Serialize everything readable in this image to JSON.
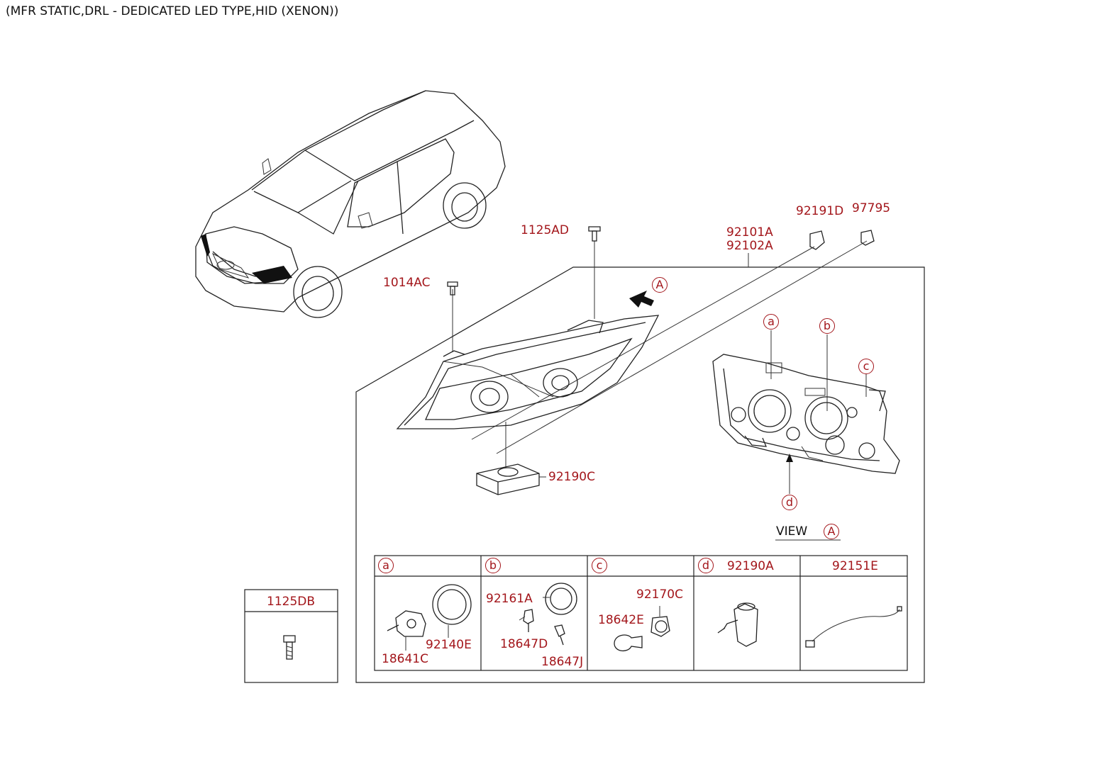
{
  "header": {
    "title": "(MFR STATIC,DRL - DEDICATED LED TYPE,HID (XENON))"
  },
  "parts": {
    "p1125AD": "1125AD",
    "p1014AC": "1014AC",
    "p92191D": "92191D",
    "p97795": "97795",
    "p92101A": "92101A",
    "p92102A": "92102A",
    "p92190C": "92190C",
    "p1125DB": "1125DB",
    "p92161A": "92161A",
    "p18647D": "18647D",
    "p18647J": "18647J",
    "p18641C": "18641C",
    "p92140E": "92140E",
    "p92170C": "92170C",
    "p18642E": "18642E",
    "p92190A": "92190A",
    "p92151E": "92151E"
  },
  "callouts": {
    "a": "a",
    "b": "b",
    "c": "c",
    "d": "d",
    "A": "A"
  },
  "view": {
    "label": "VIEW"
  },
  "colors": {
    "label": "#a3161b",
    "line": "#222222"
  }
}
